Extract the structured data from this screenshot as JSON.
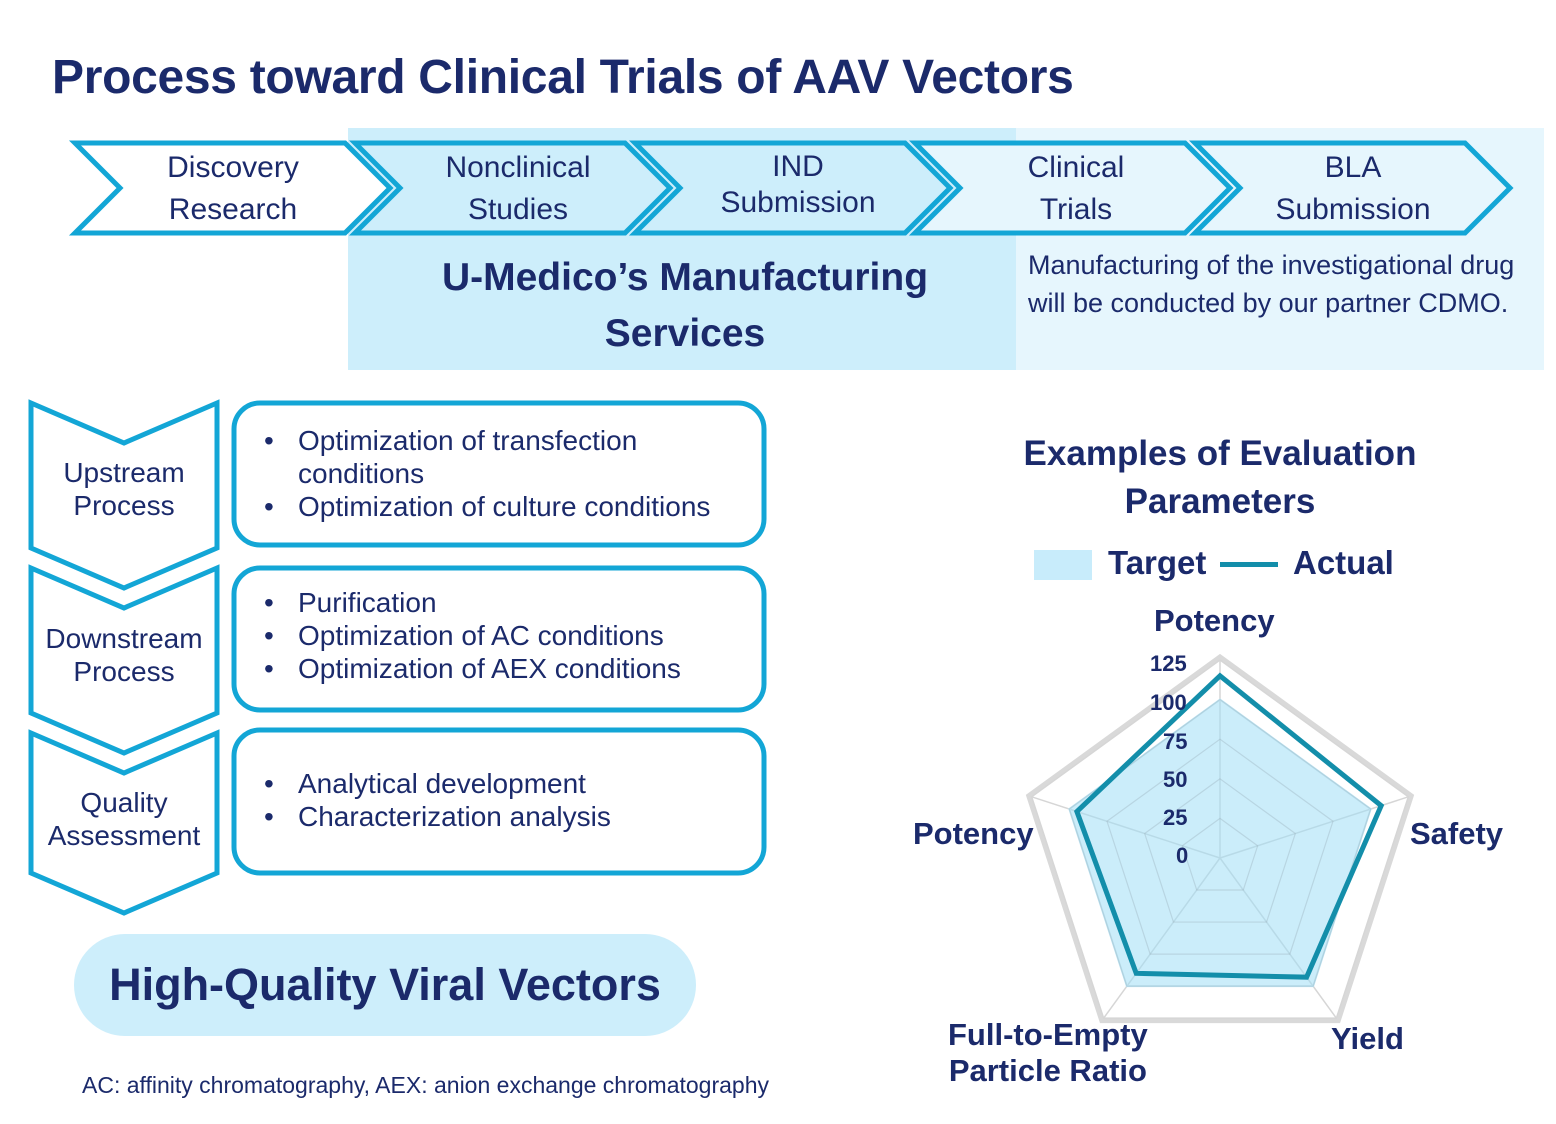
{
  "title": "Process toward Clinical Trials of AAV Vectors",
  "stages": [
    {
      "line1": "Discovery",
      "line2": "Research"
    },
    {
      "line1": "Nonclinical",
      "line2": "Studies"
    },
    {
      "line1": "IND",
      "line2": "Submission"
    },
    {
      "line1": "Clinical",
      "line2": "Trials"
    },
    {
      "line1": "BLA",
      "line2": "Submission"
    }
  ],
  "manufacturing": {
    "line1": "U-Medico’s Manufacturing",
    "line2": "Services"
  },
  "partner_note": "Manufacturing of the investigational drug will be conducted by our partner CDMO.",
  "processes": [
    {
      "line1": "Upstream",
      "line2": "Process",
      "items": [
        "Optimization of transfection conditions",
        "Optimization of culture conditions"
      ]
    },
    {
      "line1": "Downstream",
      "line2": "Process",
      "items": [
        "Purification",
        "Optimization of AC conditions",
        "Optimization of AEX conditions"
      ]
    },
    {
      "line1": "Quality",
      "line2": "Assessment",
      "items": [
        "Analytical development",
        "Characterization analysis"
      ]
    }
  ],
  "result": "High-Quality Viral Vectors",
  "footnote": "AC: affinity chromatography, AEX: anion exchange chromatography",
  "colors": {
    "navy": "#1b2a6b",
    "cyan": "#13a6d6",
    "light_cyan": "#cdeefb",
    "pale_cyan": "#e6f6fd",
    "actual_line": "#138eaa"
  },
  "chart_data": {
    "type": "radar",
    "title": "Examples of Evaluation Parameters",
    "axes": [
      "Potency",
      "Safety",
      "Yield",
      "Full-to-Empty Particle Ratio",
      "Potency"
    ],
    "axis_labels": {
      "top": "Potency",
      "right": "Safety",
      "bottom_right": "Yield",
      "bottom_left_line1": "Full-to-Empty",
      "bottom_left_line2": "Particle Ratio",
      "left": "Potency"
    },
    "rlim": [
      0,
      125
    ],
    "ticks": [
      "0",
      "25",
      "50",
      "75",
      "100",
      "125"
    ],
    "series": [
      {
        "name": "Target",
        "values": [
          100,
          100,
          100,
          100,
          100
        ]
      },
      {
        "name": "Actual",
        "values": [
          115,
          107,
          93,
          90,
          95
        ]
      }
    ],
    "legend": "top"
  }
}
